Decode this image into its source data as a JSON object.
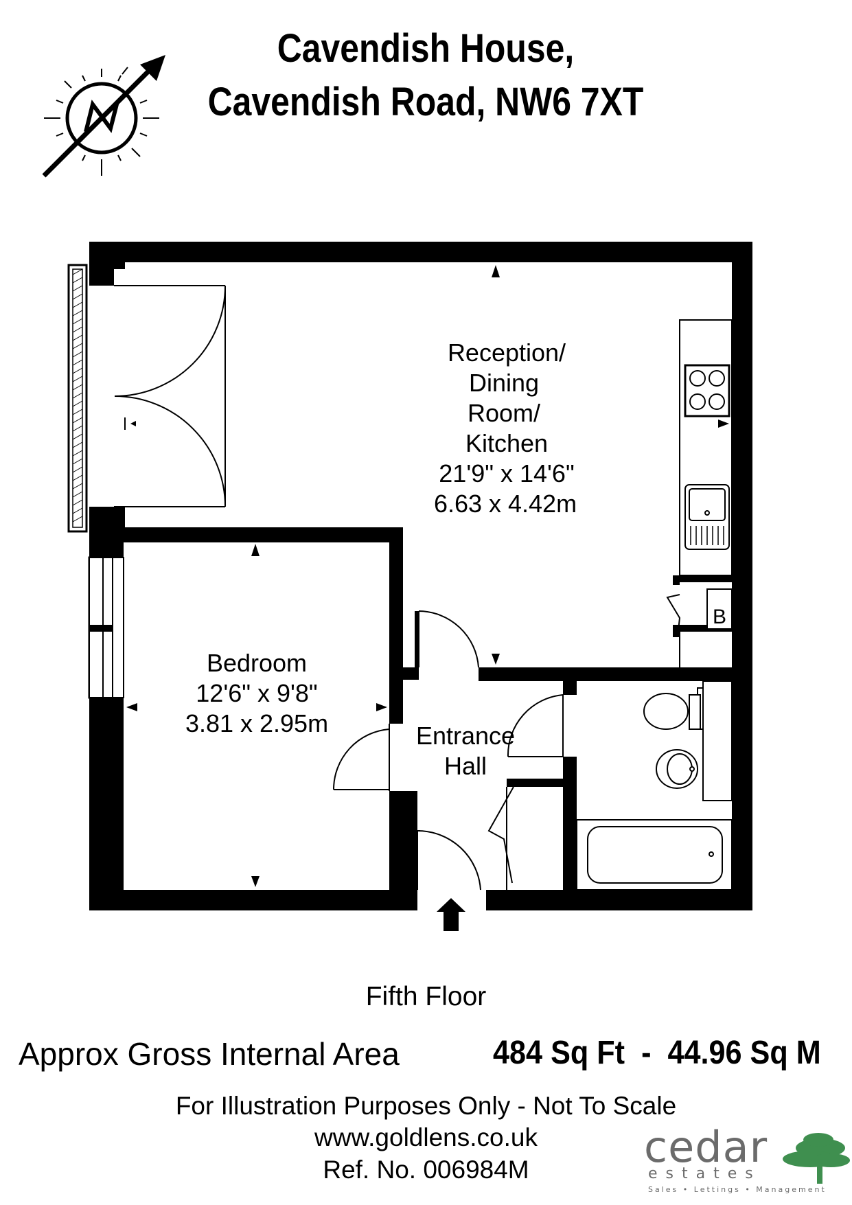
{
  "header": {
    "title_line1": "Cavendish House,",
    "title_line2": "Cavendish Road, NW6 7XT",
    "compass_letter": "N"
  },
  "rooms": {
    "reception": {
      "lines": [
        "Reception/",
        "Dining",
        "Room/",
        "Kitchen"
      ],
      "size_imperial": "21'9\" x 14'6\"",
      "size_metric": "6.63 x 4.42m"
    },
    "bedroom": {
      "name": "Bedroom",
      "size_imperial": "12'6\" x 9'8\"",
      "size_metric": "3.81 x 2.95m"
    },
    "entrance": {
      "lines": [
        "Entrance",
        "Hall"
      ]
    },
    "boiler_label": "B"
  },
  "footer": {
    "floor": "Fifth Floor",
    "area_label": "Approx Gross Internal Area",
    "area_value": "484 Sq Ft  -  44.96 Sq M",
    "disclaimer": "For Illustration Purposes Only - Not To Scale",
    "website": "www.goldlens.co.uk",
    "reference": "Ref. No. 006984M"
  },
  "logo": {
    "brand": "cedar",
    "sub": "estates",
    "tagline": "Sales • Lettings • Management",
    "colors": {
      "text": "#6b6b6b",
      "tree": "#3f8f4f"
    }
  }
}
